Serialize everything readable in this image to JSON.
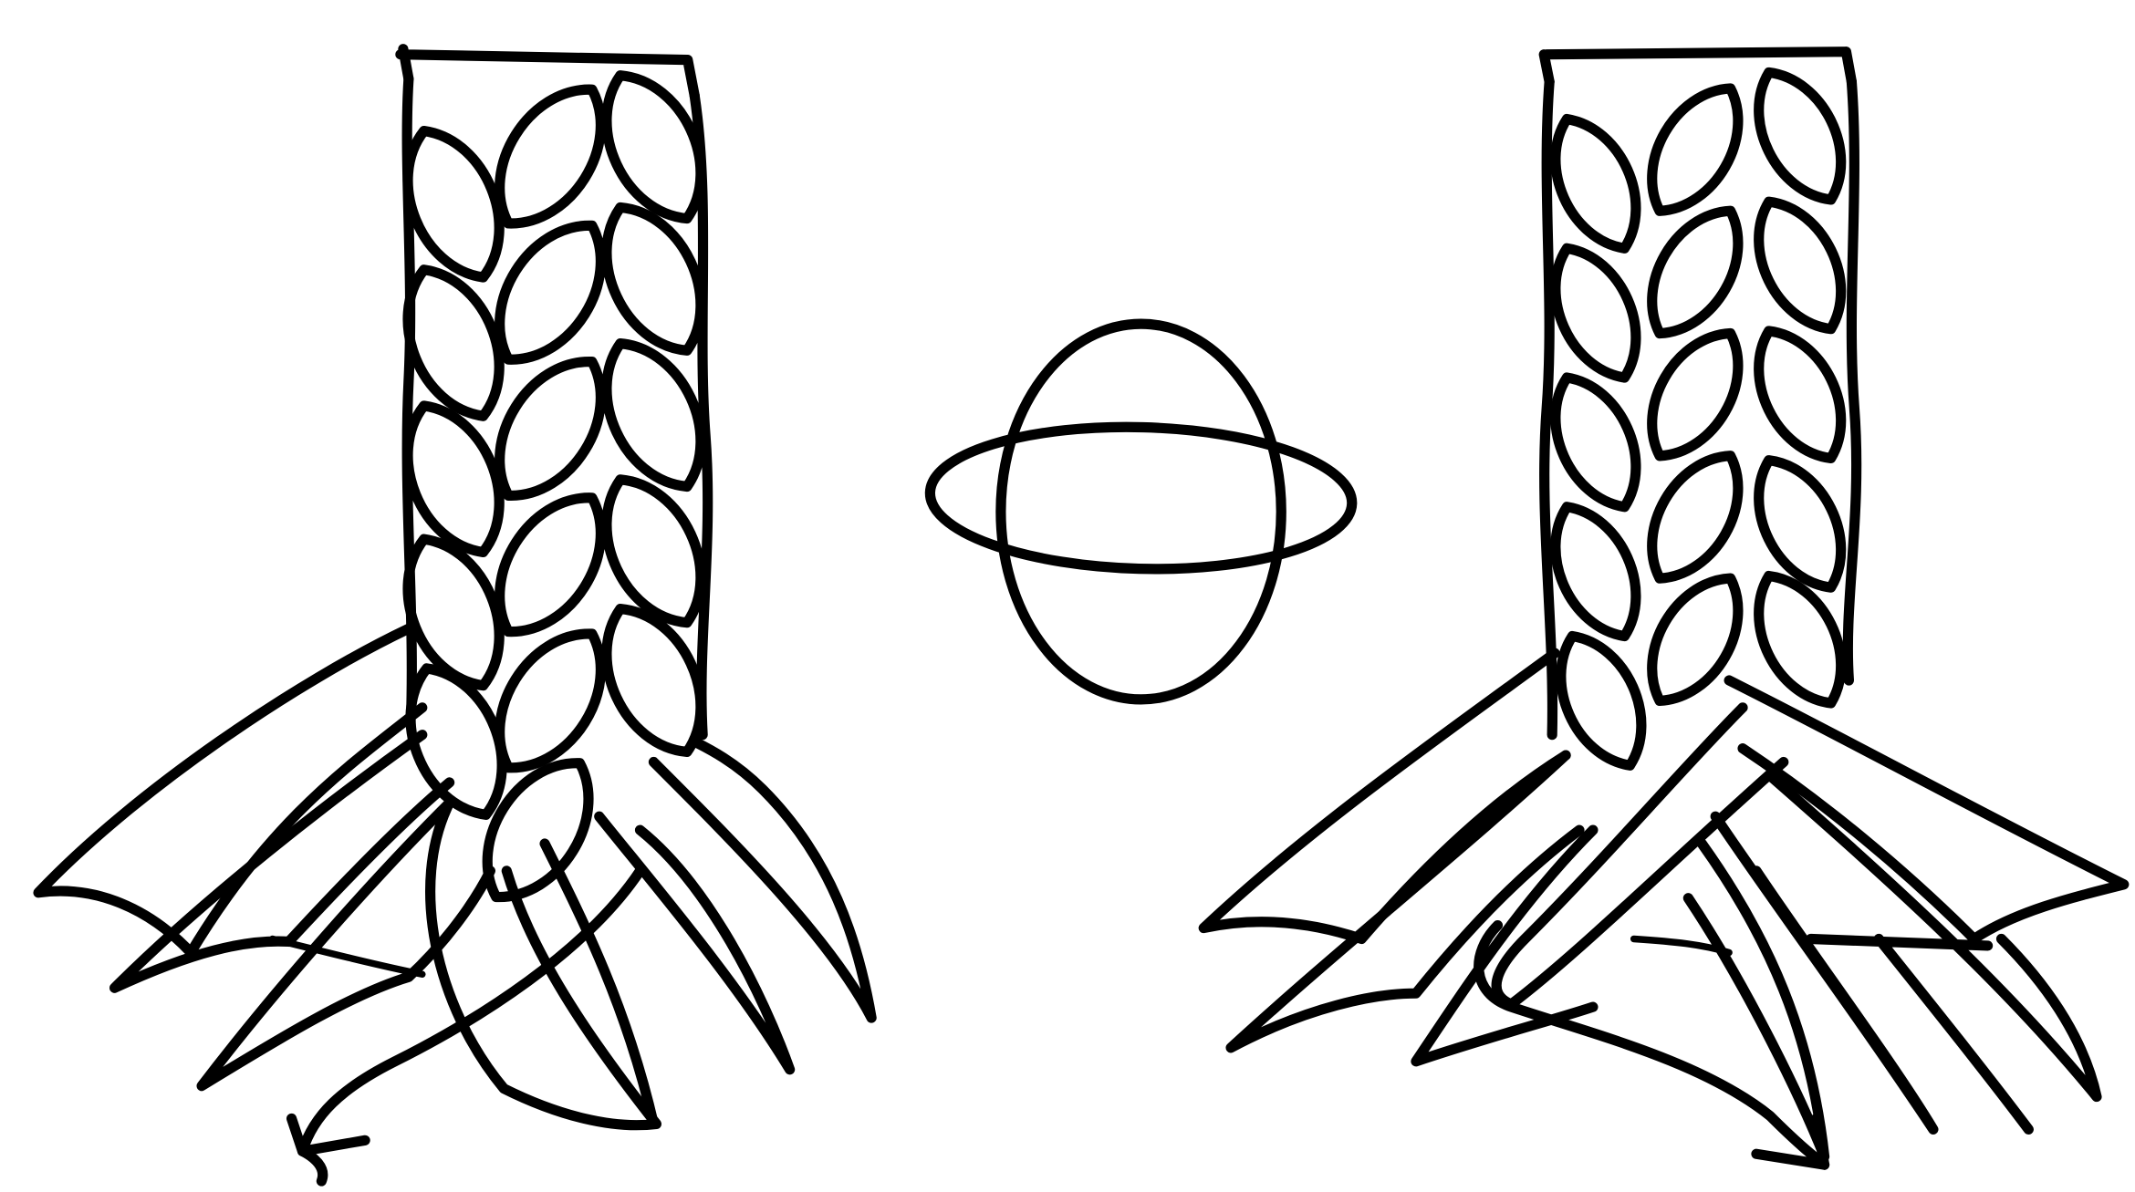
{
  "figures": [
    {
      "id": "braid-left",
      "kind": "flat braid with loose strand ends"
    },
    {
      "id": "cross-section",
      "kind": "cross-section"
    },
    {
      "id": "braid-right",
      "kind": "flat braid with loose strand ends"
    }
  ],
  "colors": {
    "ink": "#000000",
    "paper": "#ffffff"
  }
}
